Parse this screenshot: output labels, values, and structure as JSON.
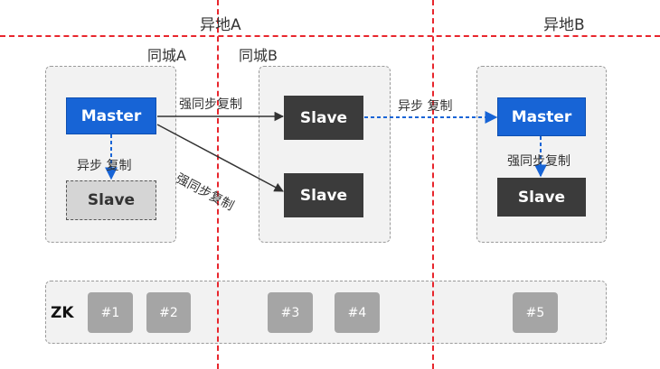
{
  "regions": {
    "remote_a": "异地A",
    "remote_b": "异地B"
  },
  "zones": {
    "city_a": "同城A",
    "city_b": "同城B"
  },
  "nodes": {
    "master_a": "Master",
    "slave_a_standby": "Slave",
    "slave_b1": "Slave",
    "slave_b2": "Slave",
    "master_b": "Master",
    "slave_remote_b": "Slave"
  },
  "links": {
    "async_a": "异步  复制",
    "sync_to_b1": "强同步复制",
    "sync_to_b2": "强同步复制",
    "async_cross": "异步  复制",
    "sync_remote_b": "强同步复制"
  },
  "zk": {
    "title": "ZK",
    "nodes": [
      "#1",
      "#2",
      "#3",
      "#4",
      "#5"
    ]
  },
  "colors": {
    "boundary": "#e8262d",
    "master": "#1764d6",
    "slave": "#3b3b3b",
    "async_arrow": "#1764d6",
    "sync_arrow": "#333333",
    "zk_node": "#a5a5a5"
  }
}
